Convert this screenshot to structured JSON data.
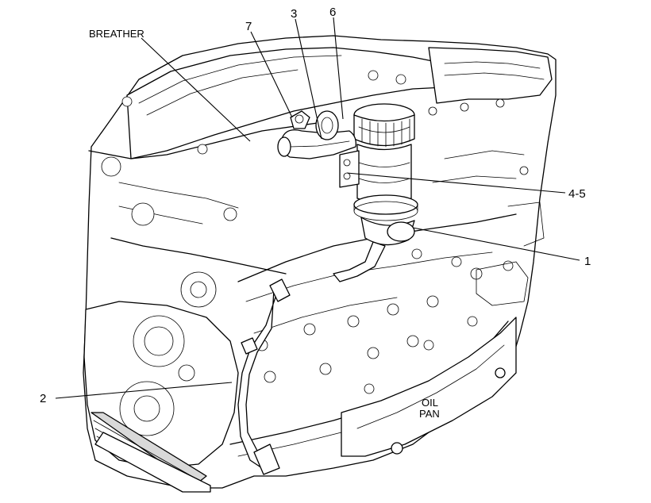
{
  "callouts": {
    "breather": "BREATHER",
    "c7": "7",
    "c3": "3",
    "c6": "6",
    "c45": "4-5",
    "c1": "1",
    "c2": "2",
    "oil": "OIL",
    "pan": "PAN"
  },
  "colors": {
    "ink": "#000000",
    "paper": "#ffffff",
    "shade": "#d9d9d9"
  }
}
